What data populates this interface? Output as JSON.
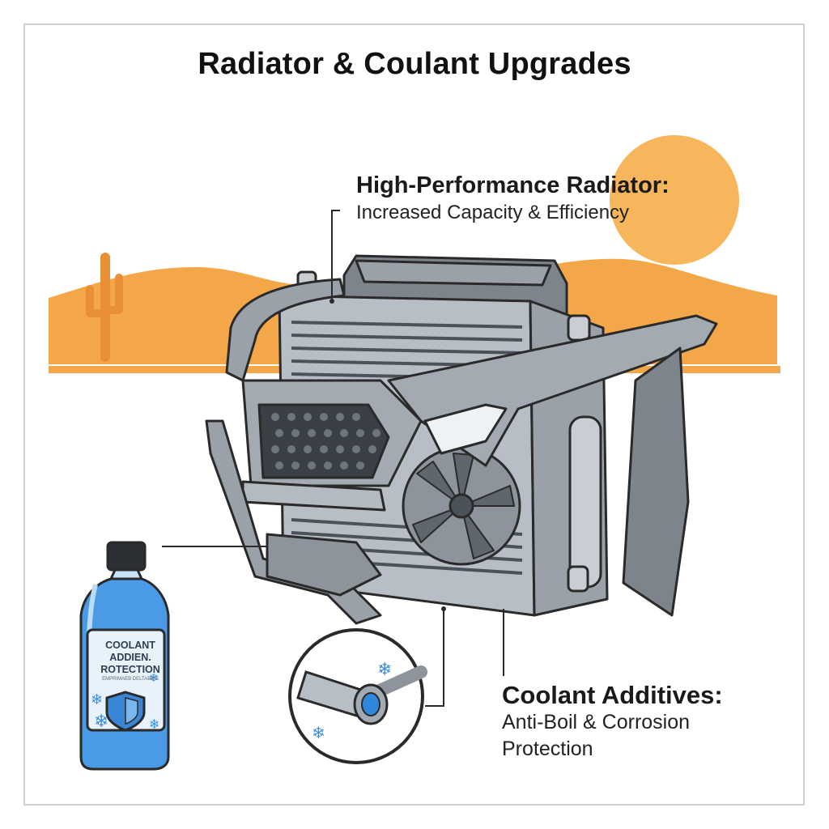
{
  "title": "Radiator & Coulant Upgrades",
  "callouts": {
    "radiator": {
      "heading": "High-Performance Radiator:",
      "body": "Increased Capacity & Efficiency"
    },
    "coolant": {
      "heading": "Coolant Additives:",
      "body": "Anti-Boil & Corrosion Protection"
    }
  },
  "bottle": {
    "label_line1": "COOLANT",
    "label_line2": "ADDIEN.",
    "label_line3": "ROTECTION",
    "fine_print": "EMPRIMAEB DELTABIES"
  },
  "colors": {
    "desert": "#f4a748",
    "sun": "#f7b55c",
    "metal": "#b8bec6",
    "metal_dark": "#6c737c",
    "coolant_blue": "#3b8ee0",
    "outline": "#2a2a2a"
  }
}
